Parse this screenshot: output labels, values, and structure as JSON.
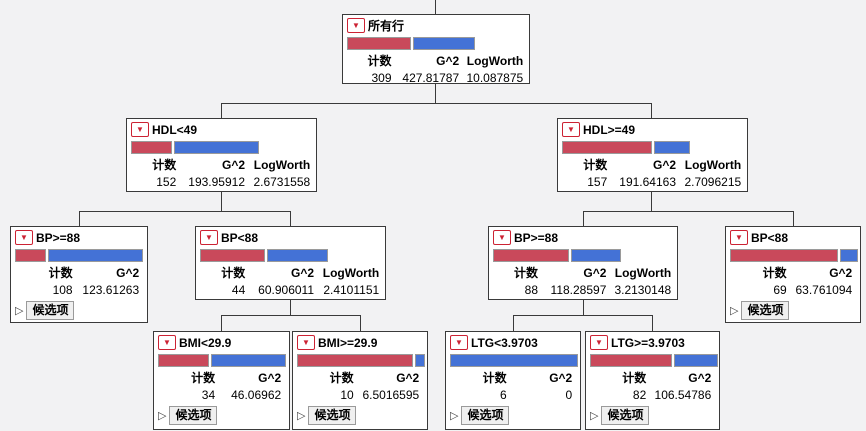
{
  "colors": {
    "background": "#f2f2f3",
    "red_bar": "#c9495b",
    "blue_bar": "#4472d6",
    "bar_border": "#9a9a9a",
    "node_border": "#3a3a3a",
    "line": "#3a3a3a",
    "red_triangle": "#cc2233"
  },
  "icons": {
    "red_triangle": "▼",
    "disclosure": "▷"
  },
  "headers": {
    "count": "计数",
    "g2": "G^2",
    "logworth": "LogWorth"
  },
  "candidates_label": "候选项",
  "nodes": [
    {
      "id": "all-rows",
      "title": "所有行",
      "count": "309",
      "g2": "427.81787",
      "logworth": "10.087875",
      "red_pct": 50,
      "candidates": false,
      "children": [
        "hdl-lt-49",
        "hdl-ge-49"
      ]
    },
    {
      "id": "hdl-lt-49",
      "title": "HDL<49",
      "count": "152",
      "g2": "193.95912",
      "logworth": "2.6731558",
      "red_pct": 32,
      "candidates": false,
      "children": [
        "bp-ge-88-l",
        "bp-lt-88-l"
      ]
    },
    {
      "id": "hdl-ge-49",
      "title": "HDL>=49",
      "count": "157",
      "g2": "191.64163",
      "logworth": "2.7096215",
      "red_pct": 70,
      "candidates": false,
      "children": [
        "bp-ge-88-r",
        "bp-lt-88-r"
      ]
    },
    {
      "id": "bp-ge-88-l",
      "title": "BP>=88",
      "count": "108",
      "g2": "123.61263",
      "red_pct": 24,
      "candidates": true,
      "children": []
    },
    {
      "id": "bp-lt-88-l",
      "title": "BP<88",
      "count": "44",
      "g2": "60.906011",
      "logworth": "2.4101151",
      "red_pct": 51,
      "candidates": false,
      "children": [
        "bmi-lt-29-9",
        "bmi-ge-29-9"
      ]
    },
    {
      "id": "bp-ge-88-r",
      "title": "BP>=88",
      "count": "88",
      "g2": "118.28597",
      "logworth": "3.2130148",
      "red_pct": 59,
      "candidates": false,
      "children": [
        "ltg-lt-3-9703",
        "ltg-ge-3-9703"
      ]
    },
    {
      "id": "bp-lt-88-r",
      "title": "BP<88",
      "count": "69",
      "g2": "63.761094",
      "red_pct": 84,
      "candidates": true,
      "children": []
    },
    {
      "id": "bmi-lt-29-9",
      "title": "BMI<29.9",
      "count": "34",
      "g2": "46.06962",
      "red_pct": 40,
      "candidates": true,
      "children": []
    },
    {
      "id": "bmi-ge-29-9",
      "title": "BMI>=29.9",
      "count": "10",
      "g2": "6.5016595",
      "red_pct": 91,
      "candidates": true,
      "children": []
    },
    {
      "id": "ltg-lt-3-9703",
      "title": "LTG<3.9703",
      "count": "6",
      "g2": "0",
      "red_pct": 0,
      "candidates": true,
      "children": []
    },
    {
      "id": "ltg-ge-3-9703",
      "title": "LTG>=3.9703",
      "count": "82",
      "g2": "106.54786",
      "red_pct": 64,
      "candidates": true,
      "children": []
    }
  ]
}
